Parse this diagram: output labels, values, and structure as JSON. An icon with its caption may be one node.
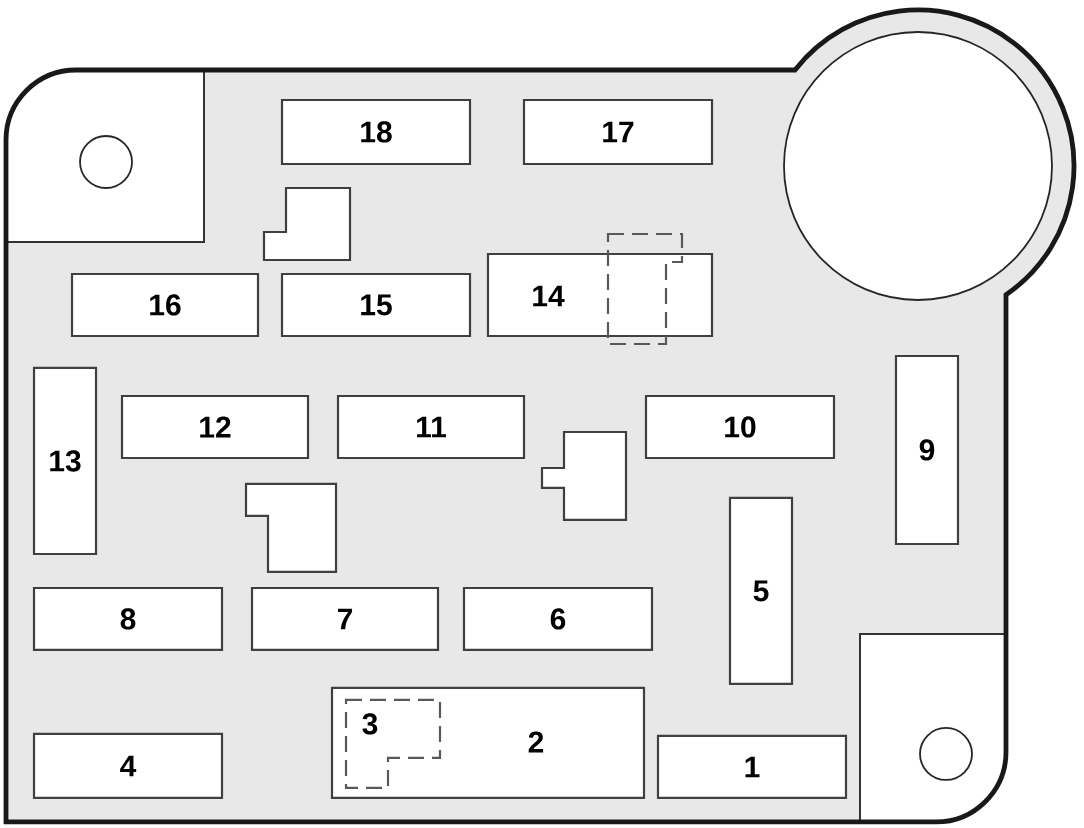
{
  "diagram": {
    "nodes": [
      {
        "text": [
          "18"
        ]
      },
      {
        "text": [
          "17"
        ]
      },
      {
        "text": [],
        "shape": "box"
      },
      {
        "text": [
          "16"
        ]
      },
      {
        "text": [
          "15"
        ]
      },
      {
        "text": [
          "14"
        ]
      },
      {
        "text": [
          "13"
        ]
      },
      {
        "text": [
          "12"
        ]
      },
      {
        "text": [
          "11"
        ]
      },
      {
        "text": [
          "10"
        ]
      },
      {
        "text": [
          "9"
        ]
      },
      {
        "text": [],
        "shape": "box"
      },
      {
        "text": [],
        "shape": "box"
      },
      {
        "text": [
          "5"
        ]
      },
      {
        "text": [
          "8"
        ]
      },
      {
        "text": [
          "7"
        ]
      },
      {
        "text": [
          "6"
        ]
      },
      {
        "text": [
          "4"
        ]
      },
      {
        "text": [
          "2"
        ]
      },
      {
        "text": [
          "3"
        ],
        "in": 18
      },
      {
        "text": [
          "1"
        ]
      }
    ]
  }
}
